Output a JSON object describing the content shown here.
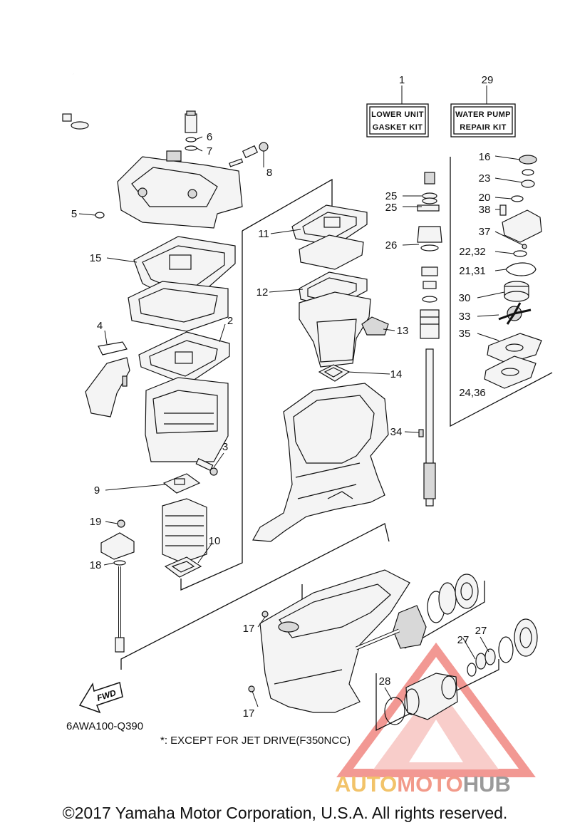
{
  "callouts": {
    "c1": "1",
    "c29": "29",
    "c16": "16",
    "c23": "23",
    "c25a": "25",
    "c25b": "25",
    "c20": "20",
    "c38": "38",
    "c37": "37",
    "c26": "26",
    "c22_32": "22,32",
    "c21_31": "21,31",
    "c30": "30",
    "c33": "33",
    "c35": "35",
    "c24_36": "24,36",
    "c6": "6",
    "c7": "7",
    "c8": "8",
    "c5": "5",
    "c11": "11",
    "c15": "15",
    "c12": "12",
    "c13": "13",
    "c2": "2",
    "c4": "4",
    "c14": "14",
    "c34": "34",
    "c3": "3",
    "c9": "9",
    "c19": "19",
    "c10": "10",
    "c18": "18",
    "c17a": "17",
    "c27a": "27",
    "c27b": "27",
    "c28": "28",
    "c17b": "17"
  },
  "kits": {
    "lower_unit": {
      "line1": "LOWER UNIT",
      "line2": "GASKET KIT"
    },
    "water_pump": {
      "line1": "WATER PUMP",
      "line2": "REPAIR KIT"
    }
  },
  "fwd_label": "FWD",
  "diagram_code": "6AWA100-Q390",
  "footnote": "*: EXCEPT FOR JET DRIVE(F350NCC)",
  "watermark": {
    "part1": "AUTO",
    "part2": "MOTO",
    "part3": "HUB"
  },
  "copyright": "©2017 Yamaha Motor Corporation, U.S.A. All rights reserved.",
  "colors": {
    "watermark_red": "#e8453c",
    "watermark_yellow": "#f2c36a",
    "watermark_gray": "#9a9a9a"
  }
}
